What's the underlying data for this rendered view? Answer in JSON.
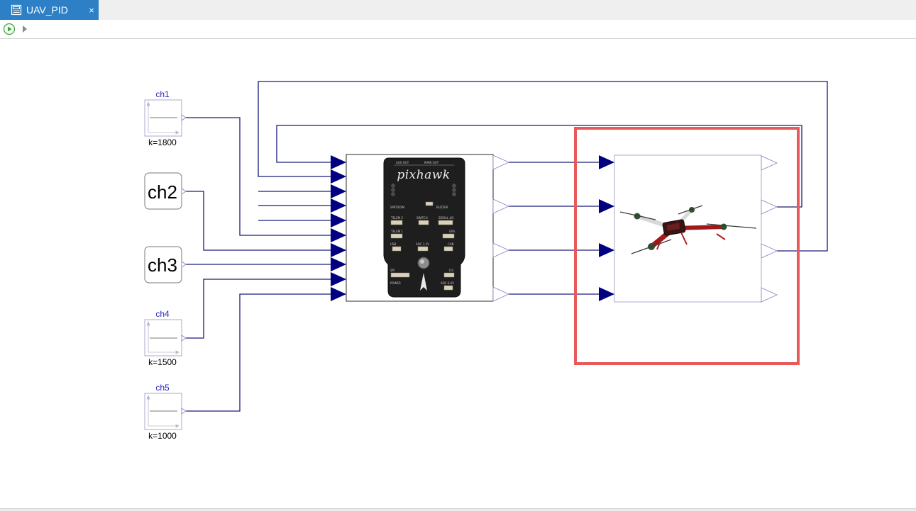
{
  "tab": {
    "title": "UAV_PID",
    "close_glyph": "×",
    "icon": "model-diagram-icon"
  },
  "toolbar": {
    "run_icon": "play-icon",
    "step_icon": "triangle-right-icon"
  },
  "blocks": {
    "ch1": {
      "name": "ch1",
      "param": "k=1800"
    },
    "ch2": {
      "name": "ch2"
    },
    "ch3": {
      "name": "ch3"
    },
    "ch4": {
      "name": "ch4",
      "param": "k=1500"
    },
    "ch5": {
      "name": "ch5",
      "param": "k=1000"
    },
    "controller": {
      "brand": "pixhawk",
      "labels": {
        "aux_out": "AUX OUT",
        "main_out": "MAIN OUT",
        "spkt": "SPKT/DSM",
        "buzzer": "BUZZER",
        "telem2": "TELEM 2",
        "switch": "SWITCH",
        "serial45": "SERIAL 4/5",
        "telem1": "TELEM 1",
        "gps": "GPS",
        "usb": "USB",
        "adc33": "ADC 3.3V",
        "can": "CAN",
        "spi": "SPI",
        "i2c": "I2C",
        "power": "POWER",
        "adc66": "ADC 6.6V"
      }
    },
    "plant": {
      "icon": "quadcopter-icon"
    }
  },
  "colors": {
    "wire": "#1a1a7a",
    "arrow": "#000080",
    "highlight": "#e85a5a",
    "block_border": "#a8a8c8",
    "label_blue": "#2b2bb8",
    "tab_bg": "#2d7fc6"
  }
}
